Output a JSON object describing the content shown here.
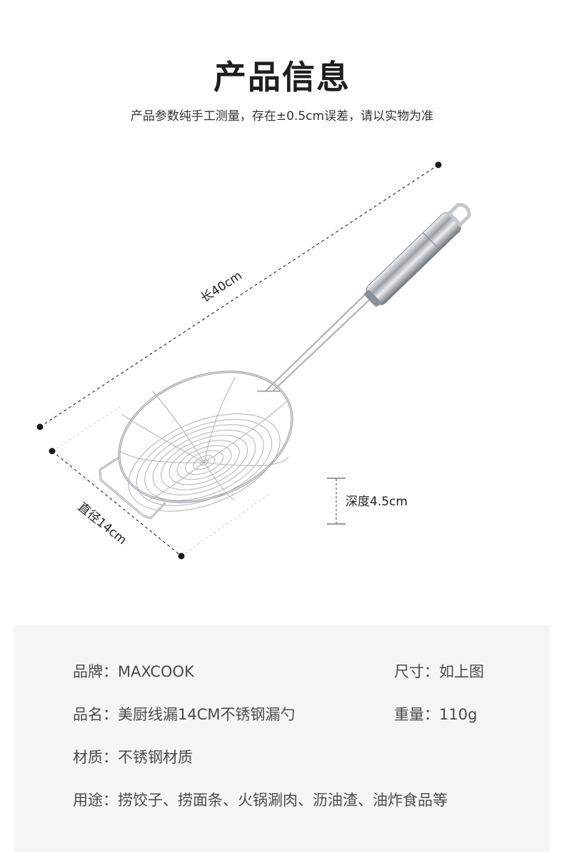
{
  "header": {
    "title": "产品信息",
    "subtitle": "产品参数纯手工测量，存在±0.5cm误差，请以实物为准"
  },
  "dimensions": {
    "length": "长40cm",
    "diameter": "直径14cm",
    "depth": "深度4.5cm"
  },
  "specs": {
    "brand": {
      "label": "品牌：",
      "value": "MAXCOOK"
    },
    "size": {
      "label": "尺寸：",
      "value": "如上图"
    },
    "name": {
      "label": "品名：",
      "value": "美厨线漏14CM不锈钢漏勺"
    },
    "weight": {
      "label": "重量：",
      "value": "110g"
    },
    "material": {
      "label": "材质：",
      "value": "不锈钢材质"
    },
    "usage": {
      "label": "用途：",
      "value": "捞饺子、捞面条、火锅涮肉、沥油渣、油炸食品等"
    }
  },
  "colors": {
    "background": "#ffffff",
    "panel": "#f5f5f5",
    "text_dark": "#1e1e1e",
    "text_body": "#4a4a4a",
    "steel": "#b8bcc2"
  }
}
